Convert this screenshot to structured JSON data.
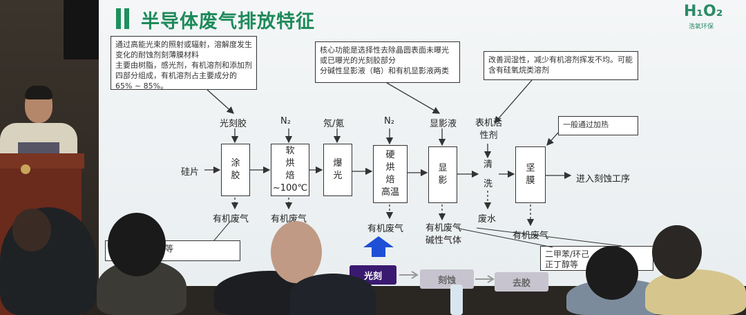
{
  "slide": {
    "title": "半导体废气排放特征",
    "logo": "H₁O₂",
    "logo_sub": "浩氧环保"
  },
  "notes": {
    "photoresist": "通过高能光束的照射或辐射，溶解度发生变化的耐蚀剂刻薄膜材料\n主要由树脂，感光剂，有机溶剂和添加剂四部分组成，有机溶剂占主要成分的65% ~ 85%。",
    "developer": "核心功能是选择性去除晶圆表面未曝光或已曝光的光刻胶部分\n分碱性显影液（略）和有机显影液两类",
    "surfactant": "改善润湿性，减少有机溶剂挥发不均。可能含有硅氧烷类溶剂",
    "heating": "一般通过加热",
    "gas_list_left": "丙/苯甲醚/氯苯等",
    "gas_list_right": "二甲苯/环己\n正丁醇等"
  },
  "inputs": {
    "photoresist": "光刻胶",
    "n2_a": "N₂",
    "gas": "氖/氪",
    "n2_b": "N₂",
    "developer": "显影液",
    "surfactant": "表机活\n性剂",
    "wafer": "硅片"
  },
  "steps": {
    "coat": "涂\n胶",
    "softbake": "软\n烘\n焙\n~100℃",
    "expose": "爆\n光",
    "hardbake": "硬\n烘\n焙\n高温",
    "develop": "显\n影",
    "clean": "清\n\n洗",
    "harden": "坚\n膜",
    "next": "进入刻蚀工序"
  },
  "outputs": {
    "o1": "有机废气",
    "o2": "有机废气",
    "o3": "有机废气",
    "o4": "有机废气\n碱性气体",
    "o5": "废水",
    "o6": "有机废气"
  },
  "process": {
    "litho": "光刻",
    "etch": "刻蚀",
    "strip": "去胶"
  }
}
